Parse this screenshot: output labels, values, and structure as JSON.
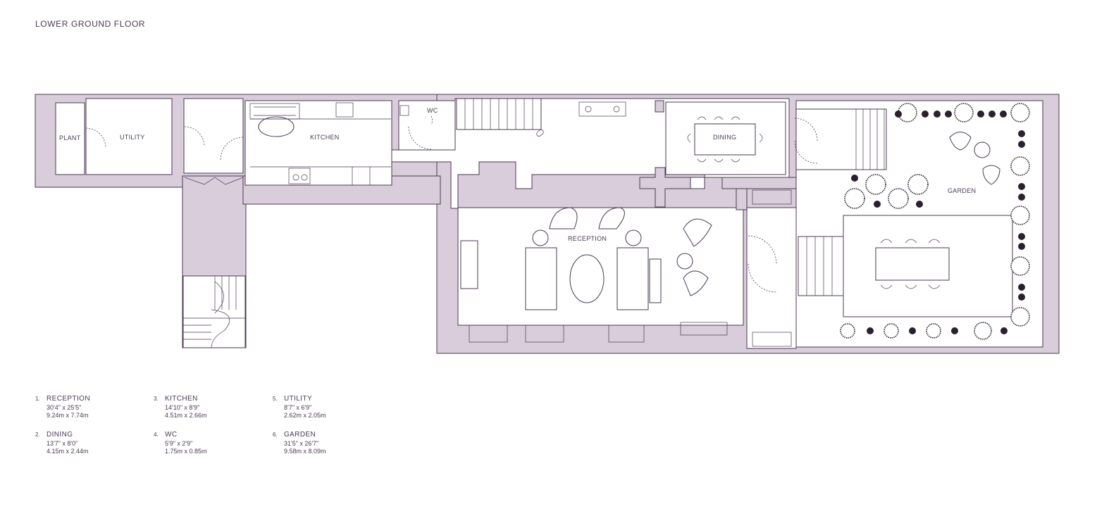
{
  "title": "LOWER GROUND FLOOR",
  "labels": {
    "plant": "PLANT",
    "utility": "UTILITY",
    "kitchen": "KITCHEN",
    "wc": "WC",
    "dining": "DINING",
    "reception": "RECEPTION",
    "garden": "GARDEN"
  },
  "rooms": [
    {
      "num": "1.",
      "name": "RECEPTION",
      "imperial": "30'4\" x 25'5\"",
      "metric": "9.24m x 7.74m"
    },
    {
      "num": "2.",
      "name": "DINING",
      "imperial": "13'7\" x 8'0\"",
      "metric": "4.15m x 2.44m"
    },
    {
      "num": "3.",
      "name": "KITCHEN",
      "imperial": "14'10\" x 8'9\"",
      "metric": "4.51m x 2.66m"
    },
    {
      "num": "4.",
      "name": "WC",
      "imperial": "5'9\" x 2'9\"",
      "metric": "1.75m x 0.85m"
    },
    {
      "num": "5.",
      "name": "UTILITY",
      "imperial": "8'7\" x 6'9\"",
      "metric": "2.62m x 2.05m"
    },
    {
      "num": "6.",
      "name": "GARDEN",
      "imperial": "31'5\" x 26'7\"",
      "metric": "9.58m x 8.09m"
    }
  ],
  "colors": {
    "wall": "#d9ccdb",
    "line": "#4a3a52"
  }
}
